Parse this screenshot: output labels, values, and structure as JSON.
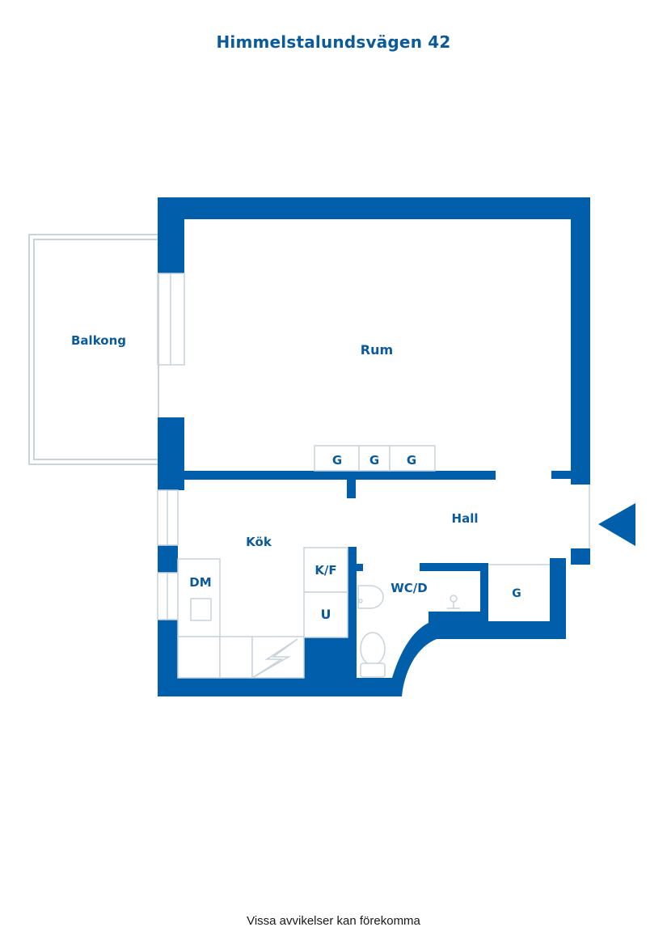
{
  "title": "Himmelstalundsvägen 42",
  "footer": "Vissa avvikelser kan förekomma",
  "colors": {
    "wall": "#005eaa",
    "label": "#0a5a9c",
    "fixture": "#c8d3dc"
  },
  "rooms": {
    "balkong": "Balkong",
    "rum": "Rum",
    "hall": "Hall",
    "kok": "Kök",
    "wcd": "WC/D",
    "dm": "DM",
    "kf": "K/F",
    "u": "U",
    "g_storage": "G",
    "g1": "G",
    "g2": "G",
    "g3": "G"
  },
  "icons": {
    "entrance": "entrance-arrow-icon"
  }
}
